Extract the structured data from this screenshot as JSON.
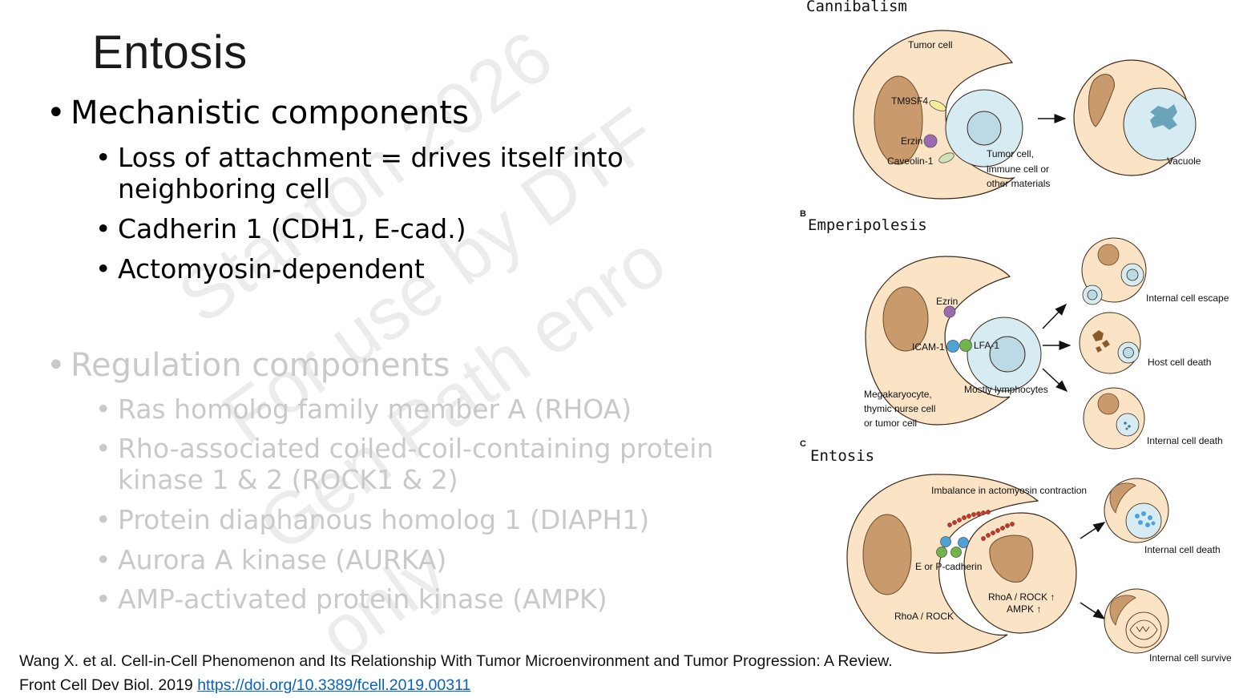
{
  "slide": {
    "title": "Entosis",
    "mechanistic": {
      "heading": "Mechanistic components",
      "items": [
        "Loss of attachment = drives itself into neighboring cell",
        "Cadherin 1 (CDH1, E-cad.)",
        "Actomyosin-dependent"
      ]
    },
    "regulation": {
      "heading": "Regulation components",
      "items": [
        "Ras homolog family member A (RHOA)",
        "Rho-associated coiled-coil-containing protein kinase 1 & 2 (ROCK1 & 2)",
        "Protein diaphanous homolog 1 (DIAPH1)",
        "Aurora A kinase (AURKA)",
        "AMP-activated protein kinase (AMPK)"
      ]
    },
    "watermark": [
      "Stanton 2026",
      "For use by DTF",
      "Gen Path enro",
      "only"
    ],
    "citation": {
      "text": "Wang X. et al. Cell-in-Cell Phenomenon and Its Relationship With Tumor Microenvironment and Tumor Progression: A Review. Front Cell Dev Biol. 2019 ",
      "link": "https://doi.org/10.3389/fcell.2019.00311"
    }
  },
  "figure": {
    "panel_a": {
      "title": "Cannibalism",
      "labels": {
        "tumor_cell": "Tumor cell",
        "tm9sf4": "TM9SF4",
        "erzin": "Erzin",
        "caveolin": "Caveolin-1",
        "target": "Tumor cell,",
        "target2": "immune cell or",
        "target3": "other materials",
        "vacuole": "Vacuole"
      }
    },
    "panel_b": {
      "letter": "B",
      "title": "Emperipolesis",
      "labels": {
        "ezrin": "Ezrin",
        "icam": "ICAM-1",
        "lfa": "LFA-1",
        "lymph": "Mostly lymphocytes",
        "host1": "Megakaryocyte,",
        "host2": "thymic nurse cell",
        "host3": "or tumor cell",
        "escape": "Internal cell escape",
        "host_death": "Host cell death",
        "internal_death": "Internal cell death"
      }
    },
    "panel_c": {
      "letter": "C",
      "title": "Entosis",
      "labels": {
        "imbalance": "Imbalance  in actomyosin contraction",
        "cadherin": "E or P-cadherin",
        "rhoa_rock_up": "RhoA / ROCK ↑",
        "ampk_up": "AMPK ↑",
        "rhoa_rock": "RhoA / ROCK",
        "internal_death": "Internal cell death",
        "internal_survive": "Internal cell survive"
      }
    },
    "colors": {
      "cell_fill": "#fbe3c6",
      "cell_stroke": "#3a2a1a",
      "nucleus": "#c99a6c",
      "internal_cell": "#d7ebf3",
      "internal_nucleus": "#bcd9e6",
      "ezrin": "#9b6bb0",
      "tm9sf4": "#f4ec9a",
      "caveolin": "#cfe3b4",
      "icam": "#4da3d8",
      "lfa": "#6fb54a",
      "actomyosin": "#c7352b"
    }
  }
}
